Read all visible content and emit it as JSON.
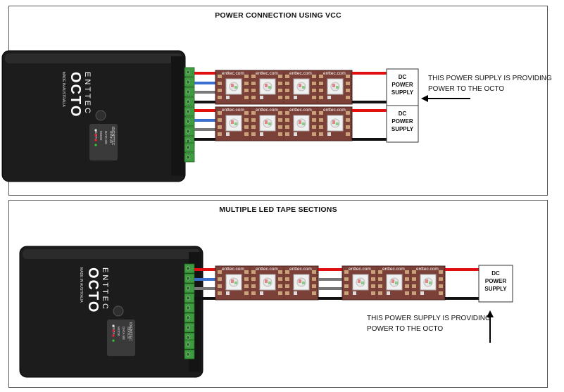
{
  "panels": [
    {
      "title": "POWER CONNECTION USING VCC",
      "psu_label": [
        "DC",
        "POWER",
        "SUPPLY"
      ],
      "note": [
        "THIS POWER SUPPLY IS PROVIDING",
        "POWER TO THE OCTO"
      ]
    },
    {
      "title": "MULTIPLE LED TAPE SECTIONS",
      "psu_label": [
        "DC",
        "POWER",
        "SUPPLY"
      ],
      "note": [
        "THIS POWER SUPPLY IS PROVIDING",
        "POWER TO THE OCTO"
      ]
    }
  ],
  "device": {
    "brand": "ENTTEC",
    "model": "OCTO",
    "origin": "MADE IN AUSTRALIA",
    "indicators": [
      "DATA",
      "MODE",
      "DATA 9/8",
      "STATUS"
    ],
    "label_code": "ID/ENTTEC"
  },
  "led_chip_label": "enttec.com",
  "colors": {
    "device_body": "#1c1c1c",
    "tape": "#7b4038",
    "terminal": "#3f9b3f",
    "wire_red": "#e01010",
    "wire_blue": "#3a6fd0",
    "wire_grey": "#777777",
    "wire_black": "#111111"
  }
}
